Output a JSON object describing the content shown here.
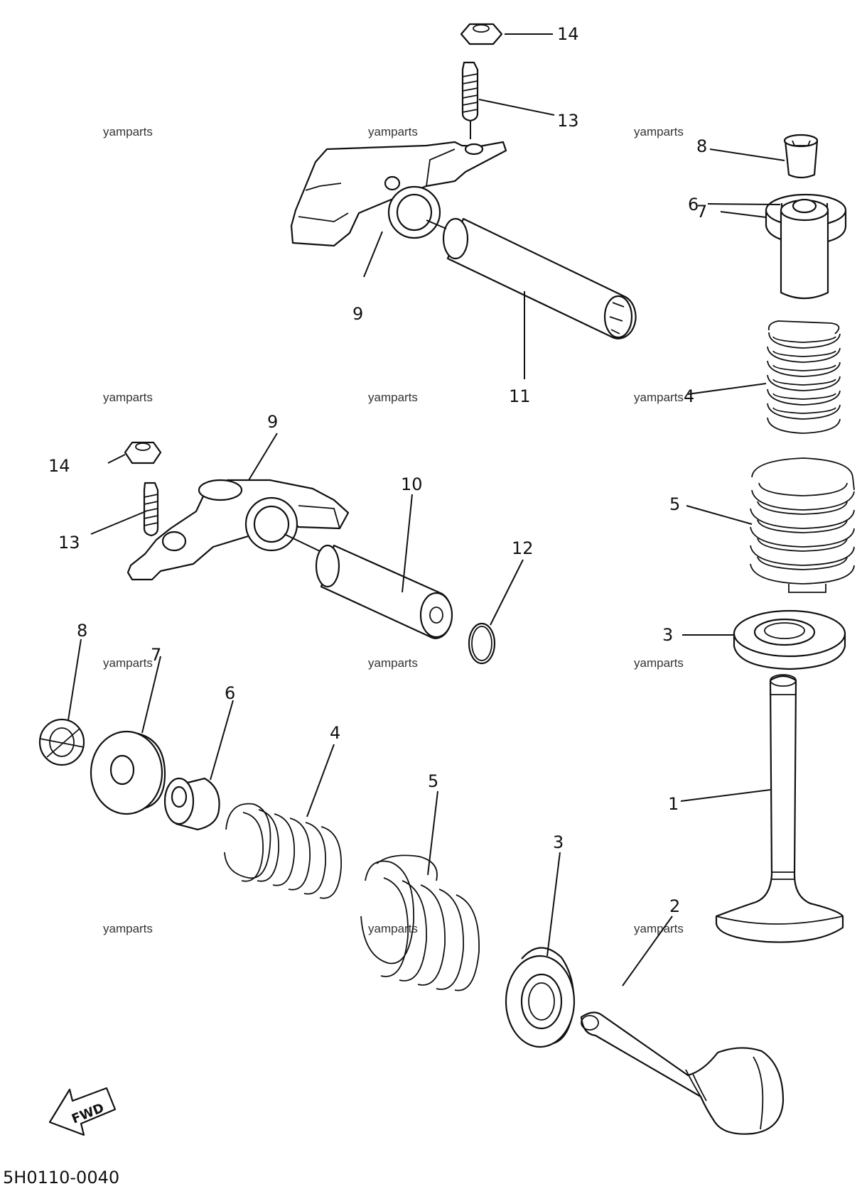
{
  "diagram": {
    "diagram_code": "5H0110-0040",
    "watermark_text": "yamparts",
    "fwd_label": "FWD",
    "callouts": {
      "n1": "1",
      "n2": "2",
      "n3_top": "3",
      "n3_bottom": "3",
      "n4_top": "4",
      "n4_bottom": "4",
      "n5_top": "5",
      "n5_bottom": "5",
      "n6_top": "6",
      "n6_bottom": "6",
      "n7_top": "7",
      "n7_bottom": "7",
      "n8_top": "8",
      "n8_bottom": "8",
      "n9_top": "9",
      "n9_mid": "9",
      "n10": "10",
      "n11": "11",
      "n12": "12",
      "n13_top": "13",
      "n13_mid": "13",
      "n14_top": "14",
      "n14_mid": "14"
    },
    "parts": [
      "valve-1",
      "valve-2",
      "spring-seat-3",
      "valve-spring-inner-4",
      "valve-spring-outer-5",
      "valve-stem-seal-6",
      "valve-spring-retainer-7",
      "valve-cotter-8",
      "rocker-arm-9",
      "rocker-shaft-10",
      "rocker-shaft-11",
      "o-ring-12",
      "adjusting-screw-13",
      "nut-14"
    ]
  }
}
